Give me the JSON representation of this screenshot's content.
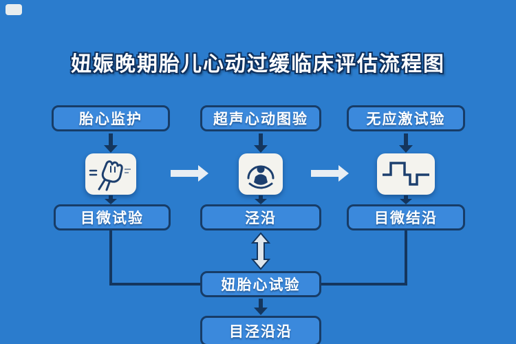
{
  "title": "妞娠晚期胎儿心动过缓临床评估流程图",
  "nodes": {
    "top": [
      "胎心监护",
      "超声心动图验",
      "无应激试验"
    ],
    "middle": [
      "目微试验",
      "泾沿",
      "目微结沿"
    ],
    "merge": "妞胎心试验",
    "final": "目泾沿沿"
  },
  "icons": [
    "fetal-monitor-icon",
    "ultrasound-baby-icon",
    "heart-waveform-icon"
  ],
  "colors": {
    "background": "#2b7ccd",
    "box_fill": "#3b89dc",
    "box_border": "#173c67",
    "box_text": "#ffffff",
    "tile_fill": "#f4f3ee",
    "icon_stroke": "#1d3f6e",
    "arrow_dark": "#14365e",
    "arrow_light": "#e9eef3"
  }
}
